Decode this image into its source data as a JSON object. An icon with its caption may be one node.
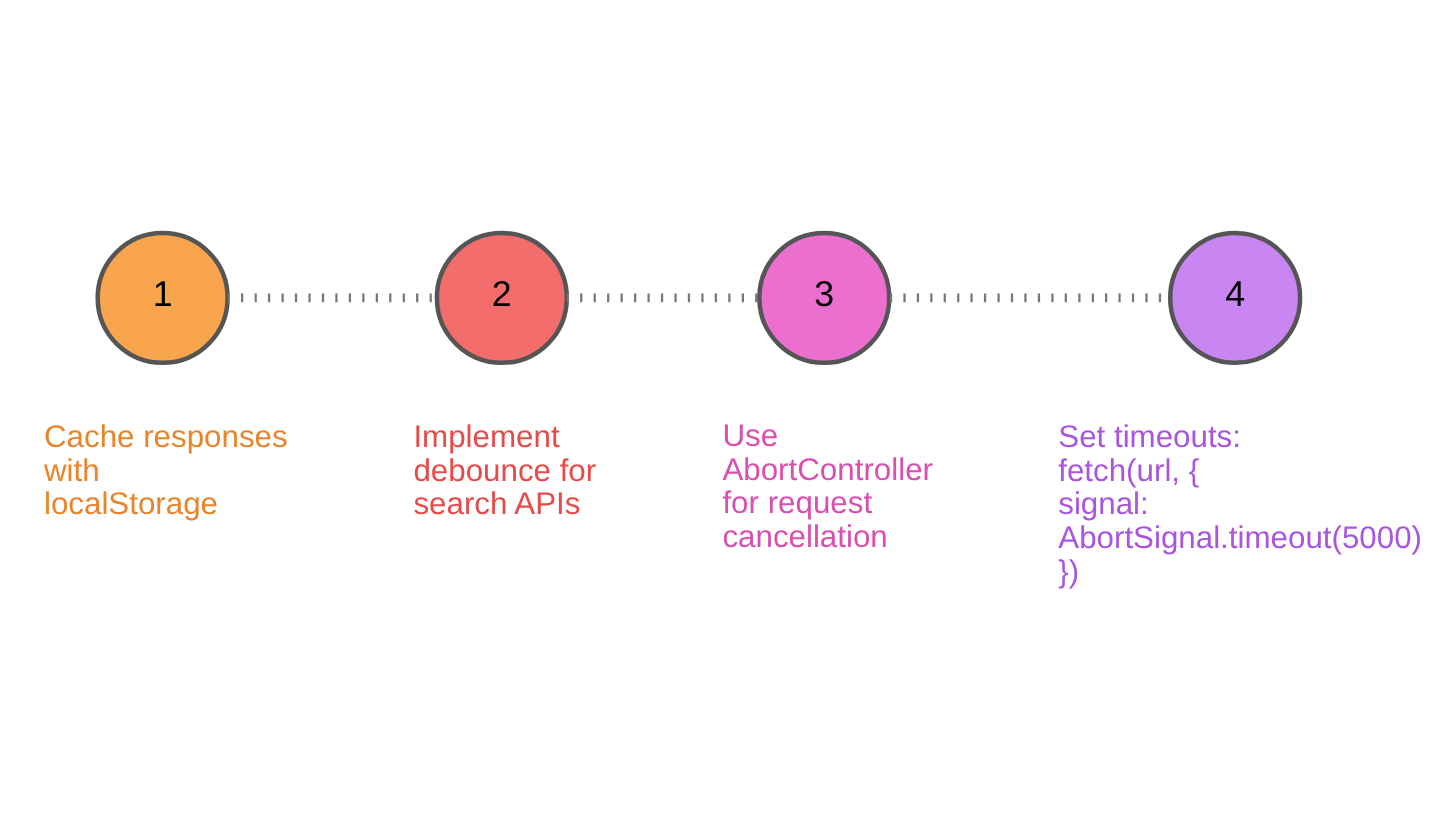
{
  "diagram": {
    "nodes": [
      {
        "text": [
          "1"
        ],
        "beside": [
          "Cache responses with localStorage"
        ]
      },
      {
        "text": [
          "2"
        ],
        "beside": [
          "Implement debounce for search APIs"
        ]
      },
      {
        "text": [
          "3"
        ],
        "beside": [
          "Use AbortController for request cancellation"
        ]
      },
      {
        "text": [
          "4"
        ],
        "beside": [
          "Set timeouts: fetch(url, { signal: AbortSignal.timeout(5000) })"
        ]
      }
    ],
    "edges": [
      {
        "from": 0,
        "to": 1,
        "arrow": "none",
        "style": "dashed"
      },
      {
        "from": 1,
        "to": 2,
        "arrow": "none",
        "style": "dashed"
      },
      {
        "from": 2,
        "to": 3,
        "arrow": "none",
        "style": "dashed"
      }
    ]
  }
}
